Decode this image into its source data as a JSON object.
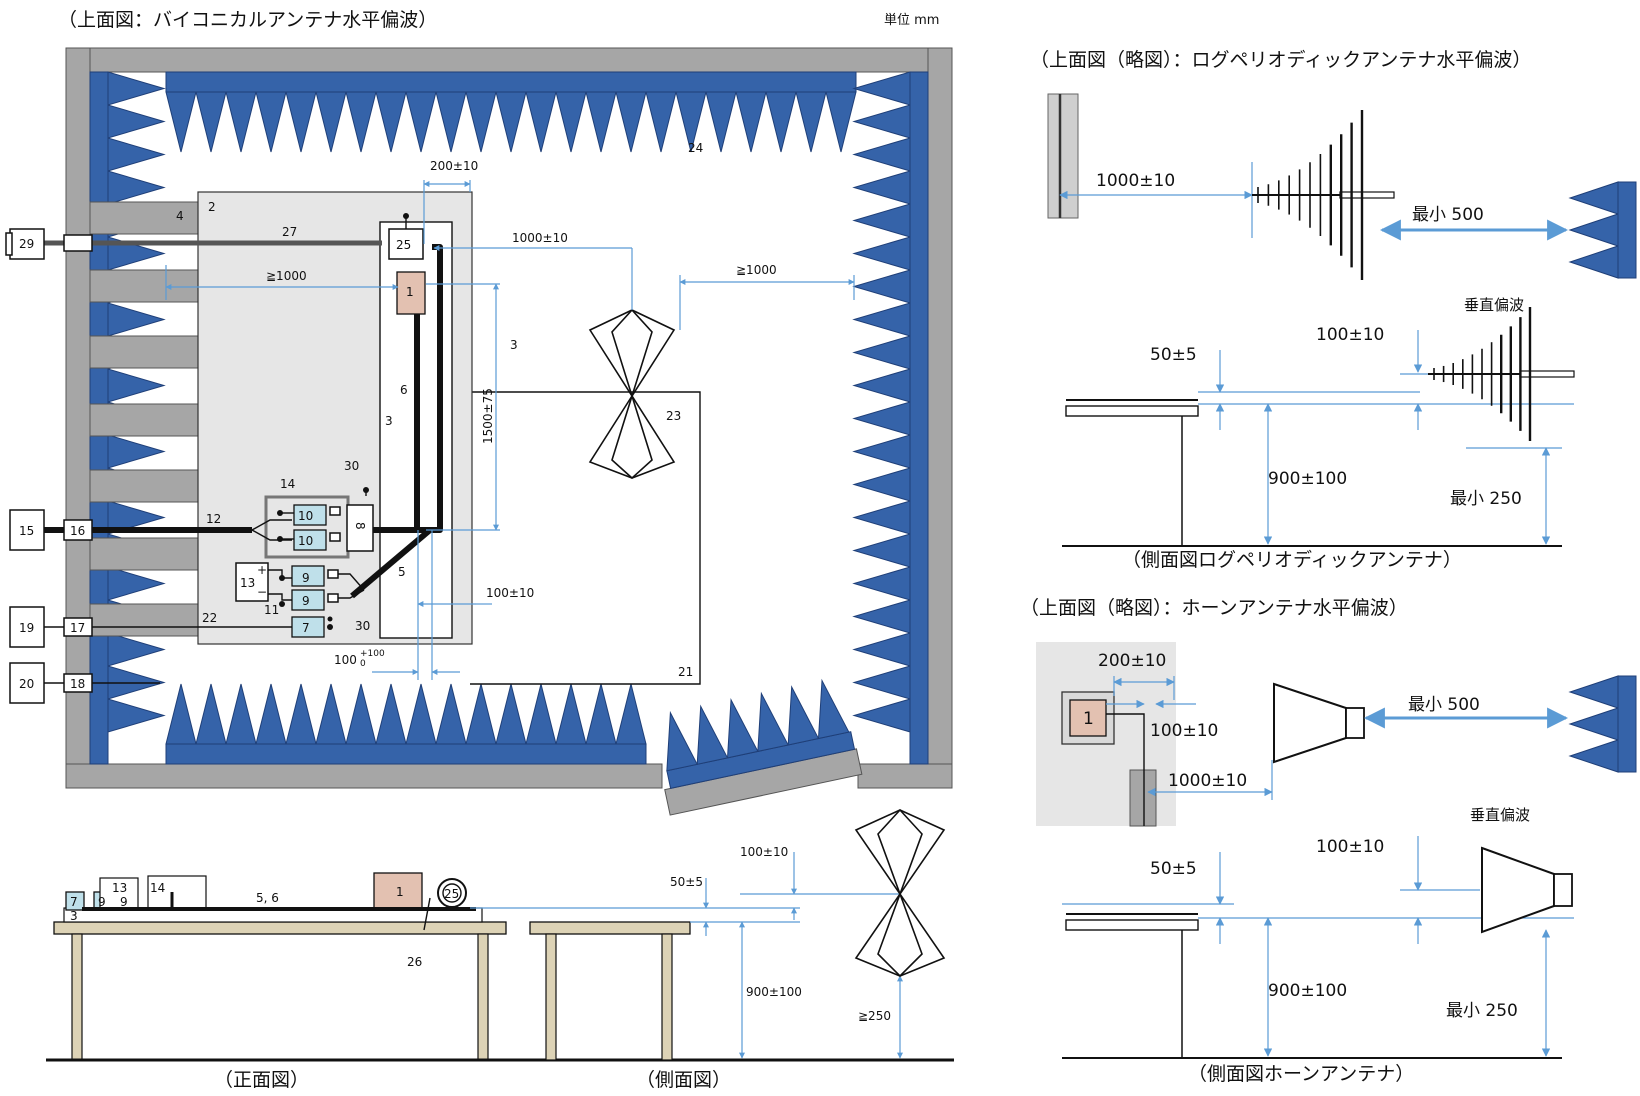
{
  "titles": {
    "main": "（上面図：バイコニカルアンテナ水平偏波）",
    "unit": "単位 mm",
    "logper_top": "（上面図（略図）：ログペリオディックアンテナ水平偏波）",
    "logper_side": "（側面図ログペリオディックアンテナ）",
    "horn_top": "（上面図（略図）：ホーンアンテナ水平偏波）",
    "horn_side": "（側面図ホーンアンテナ）",
    "front": "（正面図）",
    "side": "（側面図）"
  },
  "plan_labels": {
    "n2": "2",
    "n4": "4",
    "n27": "27",
    "n29": "29",
    "n25": "25",
    "n1": "1",
    "n3a": "3",
    "n3b": "3",
    "n6": "6",
    "n14": "14",
    "n30a": "30",
    "n8": "8",
    "n10a": "10",
    "n10b": "10",
    "n12": "12",
    "n15": "15",
    "n16": "16",
    "n13": "13",
    "n9a": "9",
    "n9b": "9",
    "n11": "11",
    "n30b": "30",
    "n7": "7",
    "n22": "22",
    "n19": "19",
    "n17": "17",
    "n20": "20",
    "n18": "18",
    "n5": "5",
    "n21": "21",
    "n23": "23",
    "n24": "24",
    "plus": "+",
    "minus": "−"
  },
  "plan_dims": {
    "d200": "200±10",
    "d1000a": "1000±10",
    "d1000b": "≧1000",
    "d1000c": "≧1000",
    "d1500": "1500±75",
    "d100": "100±10",
    "d100b": "100",
    "d100b_sup": "+100",
    "d100b_sub": "0"
  },
  "front_labels": {
    "n7": "7",
    "n9a": "9",
    "n9b": "9",
    "n13": "13",
    "n14": "14",
    "n3": "3",
    "n56": "5, 6",
    "n1": "1",
    "n25": "25",
    "n26": "26"
  },
  "side_dims": {
    "d100": "100±10",
    "d50": "50±5",
    "d900": "900±100",
    "d250": "≧250"
  },
  "logper": {
    "d1000": "1000±10",
    "min500": "最小 500",
    "vpol": "垂直偏波",
    "d100": "100±10",
    "d50": "50±5",
    "d900": "900±100",
    "min250": "最小 250"
  },
  "horn": {
    "d200": "200±10",
    "n1": "1",
    "d100": "100±10",
    "d1000": "1000±10",
    "min500": "最小 500",
    "vpol": "垂直偏波",
    "d100v": "100±10",
    "d50": "50±5",
    "d900": "900±100",
    "min250": "最小 250"
  },
  "colors": {
    "absorber": "#3563a9",
    "wall": "#a6a6a6",
    "dimension": "#5b9bd5",
    "preamp": "#bfe0ea",
    "eut": "#e3c1b1",
    "table_leg": "#ddd3b6"
  }
}
